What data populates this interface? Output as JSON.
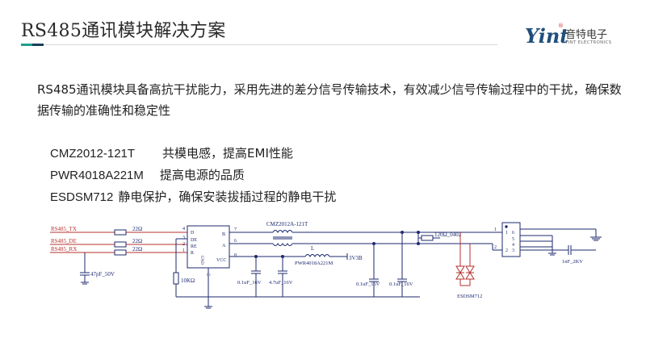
{
  "title": "RS485通讯模块解决方案",
  "colors": {
    "title_rule_teal": "#1f9e8c",
    "title_rule_dark": "#1c3d5a",
    "title_rule_gray": "#d8d8d8",
    "wire": "#1e2a6e",
    "signal_red": "#b5322e",
    "brand": "#1f4f7a"
  },
  "logo": {
    "mark": "Yint",
    "reg": "®",
    "cn": "音特电子",
    "en": "YINT ELECTRONICS"
  },
  "intro": "RS485通讯模块具备高抗干扰能力，采用先进的差分信号传输技术，有效减少信号传输过程中的干扰，确保数据传输的准确性和稳定性",
  "items": [
    {
      "code": "CMZ2012-121T",
      "desc": "共模电感，提高EMI性能"
    },
    {
      "code": "PWR4018A221M",
      "desc": "提高电源的品质"
    },
    {
      "code": "ESDSM712",
      "desc": "静电保护，确保安装拔插过程的静电干扰"
    }
  ],
  "schematic": {
    "signals": [
      "RS485_TX",
      "RS485_DE",
      "RS485_RX"
    ],
    "series_res": "22Ω",
    "cap_in": "47pF_50V",
    "pulldown": "10KΩ",
    "ic": {
      "pin_names": [
        "D",
        "DE",
        "RE",
        "R",
        "B",
        "A",
        "VCC",
        "GND"
      ],
      "pin_numbers": [
        "4",
        "3",
        "2",
        "1",
        "7",
        "6",
        "8"
      ],
      "ref": "U1"
    },
    "cmc": "CMZ2012A-121T",
    "inductor_ref": "L",
    "inductor": "PWR4018A221M",
    "supply": "3V3B",
    "cap1": "0.1uF_16V",
    "cap2": "4.7uF_16V",
    "cap3": "0.1uF_16V",
    "cap4": "0.1uF_16V",
    "term_res": "120Ω_0402",
    "esd": "ESDSM712",
    "conn_pins": [
      "1",
      "2",
      "6",
      "5",
      "4",
      "3"
    ],
    "conn_cap": "1nF_2KV"
  }
}
